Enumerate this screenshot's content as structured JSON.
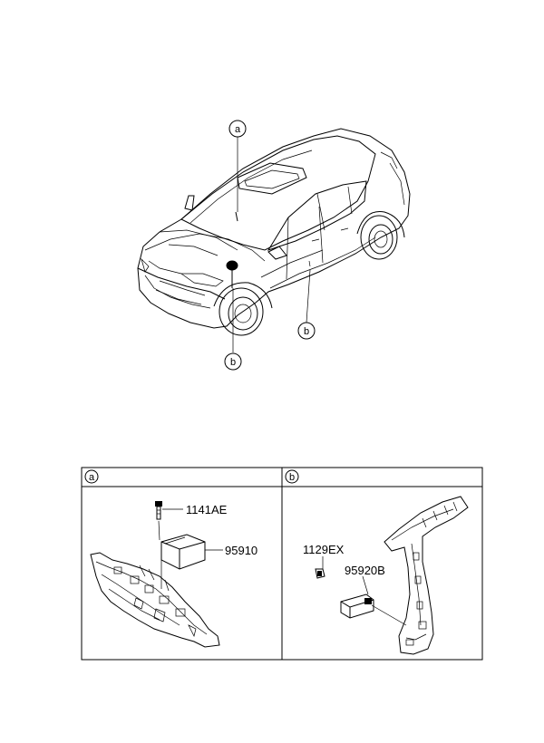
{
  "callouts": {
    "car_a": "a",
    "car_b_left": "b",
    "car_b_right": "b"
  },
  "panels": [
    {
      "header": "a",
      "parts": [
        {
          "number": "1141AE"
        },
        {
          "number": "95910"
        }
      ]
    },
    {
      "header": "b",
      "parts": [
        {
          "number": "1129EX"
        },
        {
          "number": "95920B"
        }
      ]
    }
  ]
}
